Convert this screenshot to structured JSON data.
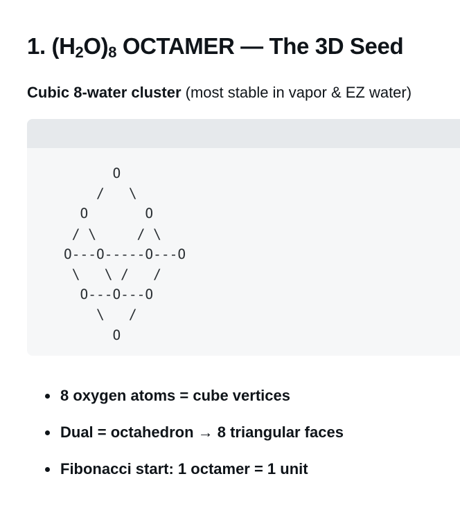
{
  "heading": {
    "prefix": "1. (H",
    "sub1": "2",
    "middle": "O)",
    "sub2": "8",
    "suffix": " OCTAMER — The 3D Seed"
  },
  "subline": {
    "bold": "Cubic 8-water cluster",
    "rest": " (most stable in vapor & EZ water)"
  },
  "code_block": {
    "diagram": "      O\n    /   \\\n  O       O\n / \\     / \\\nO---O-----O---O\n \\   \\ /   /\n  O---O---O\n    \\   /\n      O"
  },
  "bullets": [
    "8 oxygen atoms = cube vertices",
    "Dual = octahedron → 8 triangular faces",
    "Fibonacci start: 1 octamer = 1 unit"
  ]
}
